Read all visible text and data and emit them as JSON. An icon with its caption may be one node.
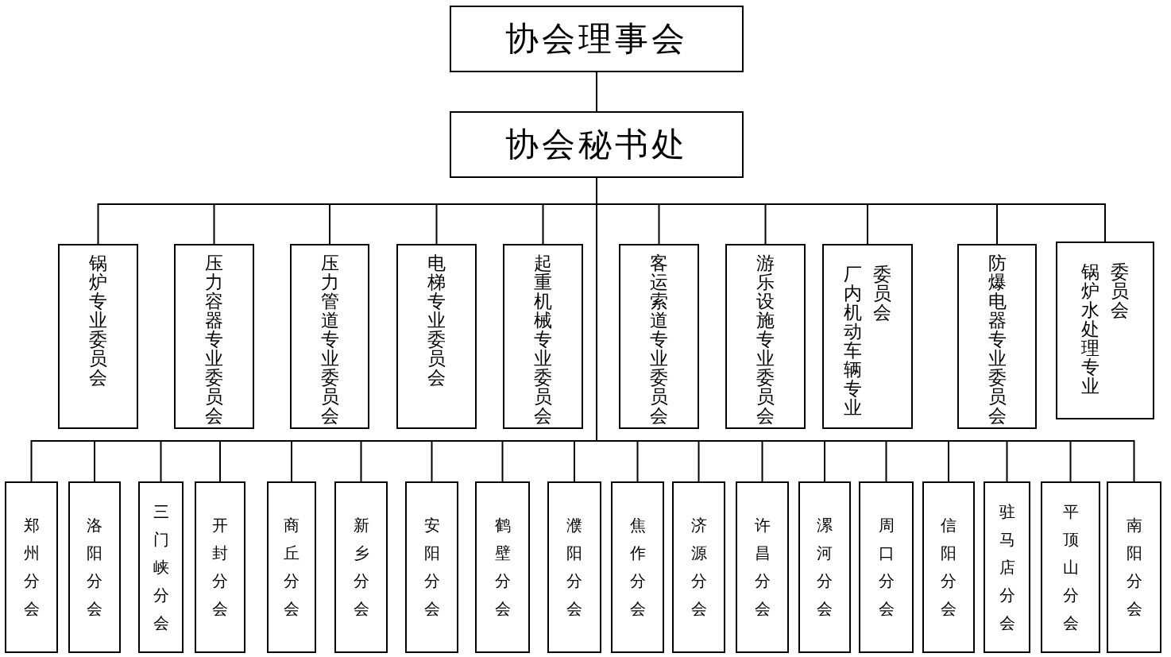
{
  "diagram": {
    "nodes": [
      {
        "text": [
          "协会理事会"
        ]
      },
      {
        "text": [
          "协会秘书处"
        ]
      },
      {
        "text": [
          "锅炉专业委员会"
        ]
      },
      {
        "text": [
          "压力容器专业委员会"
        ]
      },
      {
        "text": [
          "压力管道专业委员会"
        ]
      },
      {
        "text": [
          "电梯专业委员会"
        ]
      },
      {
        "text": [
          "起重机械专业委员会"
        ]
      },
      {
        "text": [
          "客运索道专业委员会"
        ]
      },
      {
        "text": [
          "游乐设施专业委员会"
        ]
      },
      {
        "text": [
          "厂内机动车辆专业委员会"
        ]
      },
      {
        "text": [
          "防爆电器专业委员会"
        ]
      },
      {
        "text": [
          "锅炉水处理专业委员会"
        ]
      },
      {
        "text": [
          "郑州分会"
        ]
      },
      {
        "text": [
          "洛阳分会"
        ]
      },
      {
        "text": [
          "三门峡分会"
        ]
      },
      {
        "text": [
          "开封分会"
        ]
      },
      {
        "text": [
          "商丘分会"
        ]
      },
      {
        "text": [
          "新乡分会"
        ]
      },
      {
        "text": [
          "安阳分会"
        ]
      },
      {
        "text": [
          "鹤壁分会"
        ]
      },
      {
        "text": [
          "濮阳分会"
        ]
      },
      {
        "text": [
          "焦作分会"
        ]
      },
      {
        "text": [
          "济源分会"
        ]
      },
      {
        "text": [
          "许昌分会"
        ]
      },
      {
        "text": [
          "漯河分会"
        ]
      },
      {
        "text": [
          "周口分会"
        ]
      },
      {
        "text": [
          "信阳分会"
        ]
      },
      {
        "text": [
          "驻马店分会"
        ]
      },
      {
        "text": [
          "平顶山分会"
        ]
      },
      {
        "text": [
          "南阳分会"
        ]
      }
    ],
    "edges": [
      {
        "from": 0,
        "to": 1,
        "arrow": "none"
      },
      {
        "from": 1,
        "to": 2,
        "arrow": "none"
      },
      {
        "from": 1,
        "to": 3,
        "arrow": "none"
      },
      {
        "from": 1,
        "to": 4,
        "arrow": "none"
      },
      {
        "from": 1,
        "to": 5,
        "arrow": "none"
      },
      {
        "from": 1,
        "to": 6,
        "arrow": "none"
      },
      {
        "from": 1,
        "to": 7,
        "arrow": "none"
      },
      {
        "from": 1,
        "to": 8,
        "arrow": "none"
      },
      {
        "from": 1,
        "to": 9,
        "arrow": "none"
      },
      {
        "from": 1,
        "to": 10,
        "arrow": "none"
      },
      {
        "from": 1,
        "to": 11,
        "arrow": "none"
      },
      {
        "from": 1,
        "to": 12,
        "arrow": "none"
      },
      {
        "from": 1,
        "to": 13,
        "arrow": "none"
      },
      {
        "from": 1,
        "to": 14,
        "arrow": "none"
      },
      {
        "from": 1,
        "to": 15,
        "arrow": "none"
      },
      {
        "from": 1,
        "to": 16,
        "arrow": "none"
      },
      {
        "from": 1,
        "to": 17,
        "arrow": "none"
      },
      {
        "from": 1,
        "to": 18,
        "arrow": "none"
      },
      {
        "from": 1,
        "to": 19,
        "arrow": "none"
      },
      {
        "from": 1,
        "to": 20,
        "arrow": "none"
      },
      {
        "from": 1,
        "to": 21,
        "arrow": "none"
      },
      {
        "from": 1,
        "to": 22,
        "arrow": "none"
      },
      {
        "from": 1,
        "to": 23,
        "arrow": "none"
      },
      {
        "from": 1,
        "to": 24,
        "arrow": "none"
      },
      {
        "from": 1,
        "to": 25,
        "arrow": "none"
      },
      {
        "from": 1,
        "to": 26,
        "arrow": "none"
      },
      {
        "from": 1,
        "to": 27,
        "arrow": "none"
      },
      {
        "from": 1,
        "to": 28,
        "arrow": "none"
      },
      {
        "from": 1,
        "to": 29,
        "arrow": "none"
      }
    ]
  }
}
